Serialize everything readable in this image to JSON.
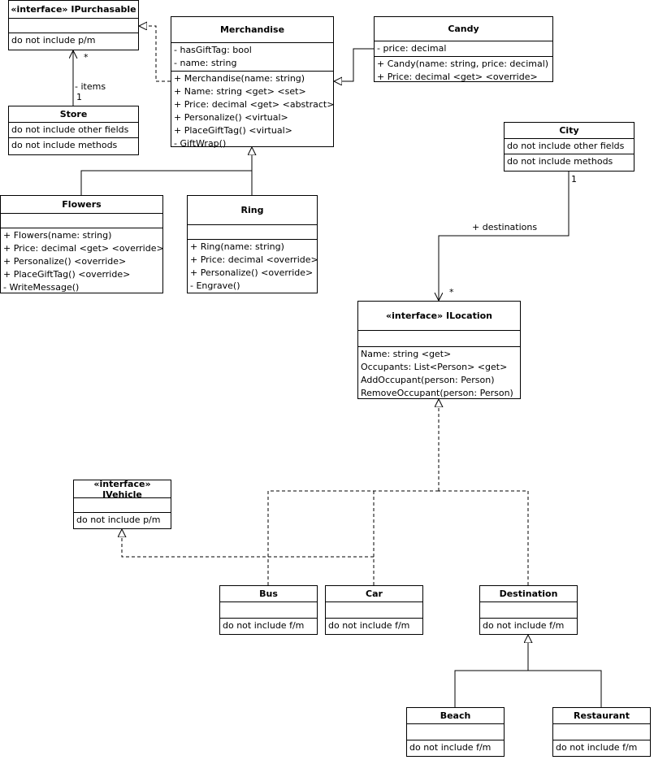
{
  "classes": {
    "ipurchasable": {
      "title": "«interface» IPurchasable",
      "fields": [],
      "methods": [
        "do not include p/m"
      ]
    },
    "merchandise": {
      "title": "Merchandise",
      "fields": [
        "- hasGiftTag: bool",
        "- name: string"
      ],
      "methods": [
        "+ Merchandise(name: string)",
        "+ Name: string <get> <set>",
        "+ Price: decimal <get> <abstract>",
        "+ Personalize() <virtual>",
        "+ PlaceGiftTag() <virtual>",
        "- GiftWrap()"
      ]
    },
    "candy": {
      "title": "Candy",
      "fields": [
        "- price: decimal"
      ],
      "methods": [
        "+ Candy(name: string, price: decimal)",
        "+ Price: decimal <get> <override>"
      ]
    },
    "store": {
      "title": "Store",
      "fields": [
        "do not include other fields"
      ],
      "methods": [
        "do not include methods"
      ]
    },
    "city": {
      "title": "City",
      "fields": [
        "do not include other fields"
      ],
      "methods": [
        "do not include methods"
      ]
    },
    "flowers": {
      "title": "Flowers",
      "fields": [],
      "methods": [
        "+ Flowers(name: string)",
        "+ Price: decimal <get> <override>",
        "+ Personalize() <override>",
        "+ PlaceGiftTag() <override>",
        "- WriteMessage()"
      ]
    },
    "ring": {
      "title": "Ring",
      "fields": [],
      "methods": [
        "+ Ring(name: string)",
        "+ Price: decimal <override>",
        "+ Personalize() <override>",
        "- Engrave()"
      ]
    },
    "ilocation": {
      "title": "«interface» ILocation",
      "fields": [],
      "methods": [
        "Name: string <get>",
        "Occupants: List<Person> <get>",
        "AddOccupant(person: Person)",
        "RemoveOccupant(person: Person)"
      ]
    },
    "ivehicle": {
      "title": "«interface» IVehicle",
      "fields": [],
      "methods": [
        "do not include p/m"
      ]
    },
    "bus": {
      "title": "Bus",
      "fields": [],
      "methods": [
        "do not include f/m"
      ]
    },
    "car": {
      "title": "Car",
      "fields": [],
      "methods": [
        "do not include f/m"
      ]
    },
    "destination": {
      "title": "Destination",
      "fields": [],
      "methods": [
        "do not include f/m"
      ]
    },
    "beach": {
      "title": "Beach",
      "fields": [],
      "methods": [
        "do not include f/m"
      ]
    },
    "restaurant": {
      "title": "Restaurant",
      "fields": [],
      "methods": [
        "do not include f/m"
      ]
    }
  },
  "labels": {
    "items_role": "- items",
    "items_mult": "*",
    "store_mult": "1",
    "destinations_role": "+ destinations",
    "city_mult": "1",
    "destinations_mult": "*"
  }
}
